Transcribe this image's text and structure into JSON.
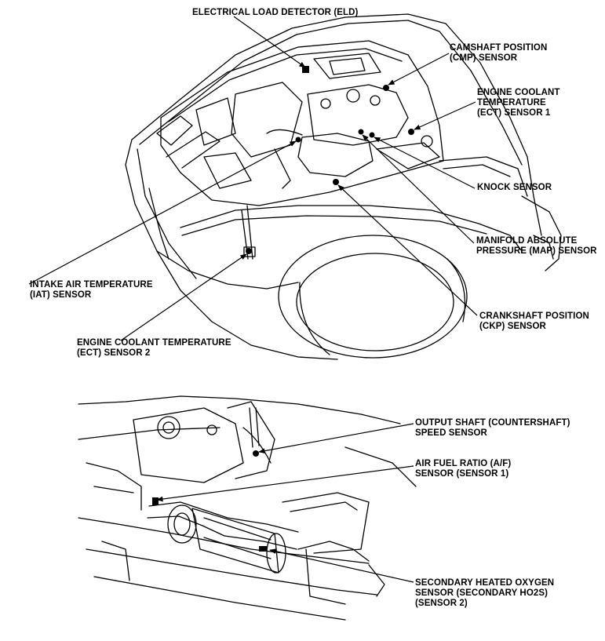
{
  "labels": {
    "eld": [
      "ELECTRICAL LOAD DETECTOR (ELD)"
    ],
    "cmp": [
      "CAMSHAFT POSITION",
      "(CMP) SENSOR"
    ],
    "ect1": [
      "ENGINE COOLANT",
      "TEMPERATURE",
      "(ECT) SENSOR 1"
    ],
    "knock": [
      "KNOCK SENSOR"
    ],
    "map": [
      "MANIFOLD ABSOLUTE",
      "PRESSURE (MAP) SENSOR"
    ],
    "iat": [
      "INTAKE AIR TEMPERATURE",
      "(IAT) SENSOR"
    ],
    "ckp": [
      "CRANKSHAFT POSITION",
      "(CKP) SENSOR"
    ],
    "ect2": [
      "ENGINE COOLANT TEMPERATURE",
      "(ECT) SENSOR 2"
    ],
    "output_shaft": [
      "OUTPUT SHAFT (COUNTERSHAFT)",
      "SPEED SENSOR"
    ],
    "af": [
      "AIR FUEL RATIO (A/F)",
      "SENSOR (SENSOR 1)"
    ],
    "ho2s": [
      "SECONDARY HEATED OXYGEN",
      "SENSOR (SECONDARY HO2S)",
      "(SENSOR 2)"
    ]
  }
}
